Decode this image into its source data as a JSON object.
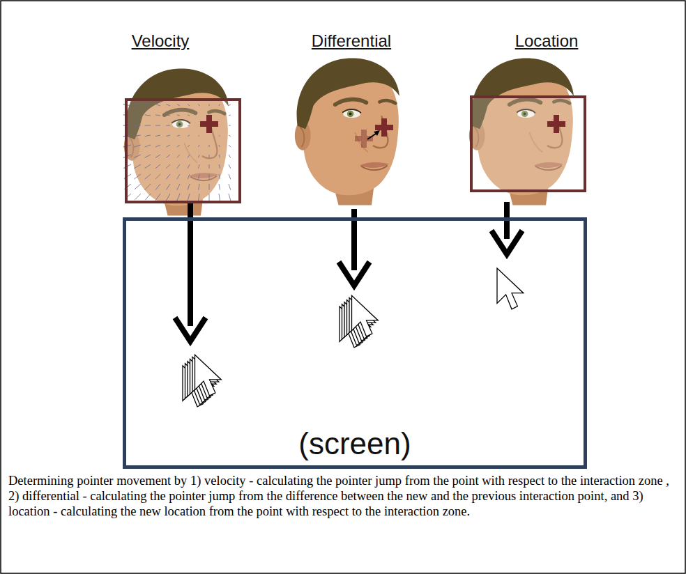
{
  "diagram": {
    "caption": "Determining pointer movement by 1) velocity - calculating the pointer jump from the point with respect to the interaction zone , 2) differential - calculating the pointer jump from the difference between the new and the previous interaction point, and 3) location - calculating the new location from the point with respect to the interaction zone.",
    "nodes": [
      {
        "text": [
          "(screen)"
        ]
      }
    ],
    "labels": [
      "Velocity",
      "Differential",
      "Location"
    ]
  }
}
